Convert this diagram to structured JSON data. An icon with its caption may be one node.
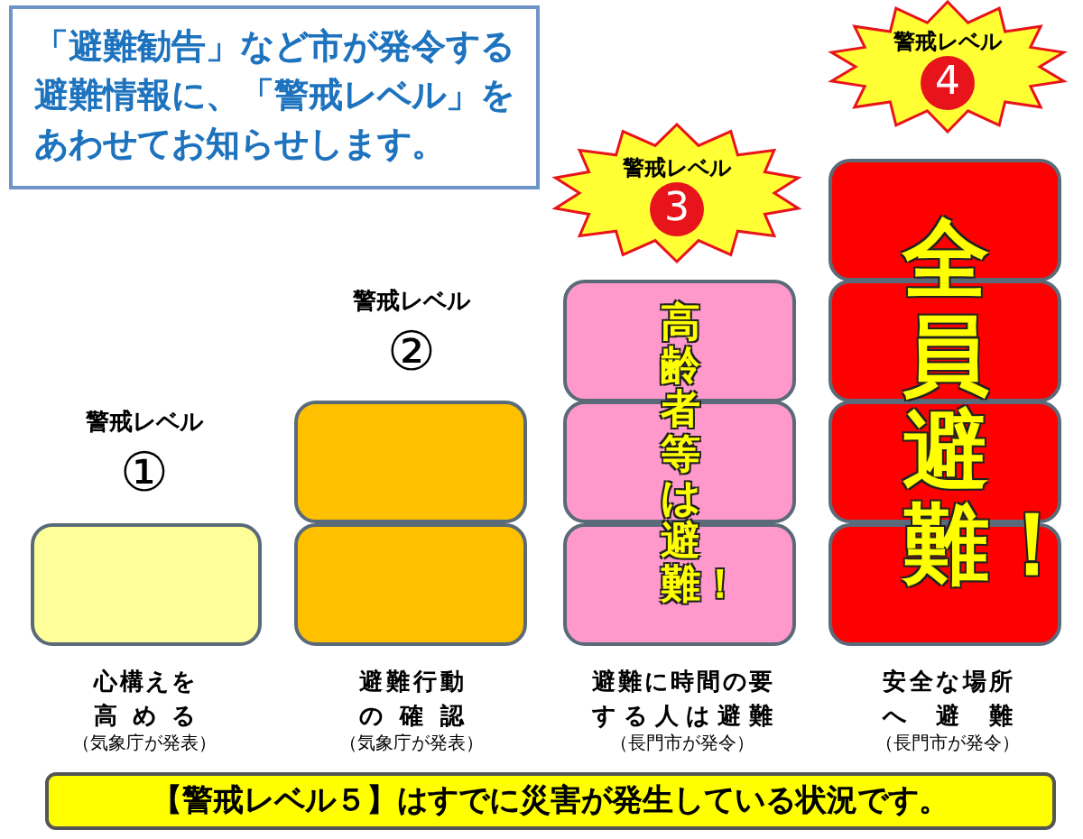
{
  "diagram": {
    "nodes": [
      {
        "text": [
          "「避難勧告」など市が発令する避難情報に、「警戒レベル」をあわせてお知らせします。"
        ]
      },
      {
        "text": [
          "警戒レベル",
          "4"
        ]
      },
      {
        "text": [
          "警戒レベル",
          "3"
        ]
      },
      {
        "text": [],
        "shape": "box"
      },
      {
        "text": [],
        "shape": "box"
      },
      {
        "text": [],
        "shape": "box"
      },
      {
        "text": [],
        "shape": "box"
      },
      {
        "text": [],
        "shape": "box"
      },
      {
        "text": [],
        "shape": "box"
      },
      {
        "text": [],
        "shape": "box"
      },
      {
        "text": [],
        "shape": "box"
      },
      {
        "text": [],
        "shape": "box"
      },
      {
        "text": [],
        "shape": "box"
      },
      {
        "text": [
          "【警戒レベル５】はすでに災害が発生している状況です。"
        ]
      }
    ],
    "labels": [
      "警戒レベル",
      "①",
      "警戒レベル",
      "②",
      "高齢者等は避難！",
      "全員避難！",
      "心構えを高める",
      "（気象庁が発表）",
      "避難行動の確認",
      "（気象庁が発表）",
      "避難に時間の要する人は避難",
      "（長門市が発令）",
      "安全な場所へ避難",
      "（長門市が発令）"
    ]
  }
}
